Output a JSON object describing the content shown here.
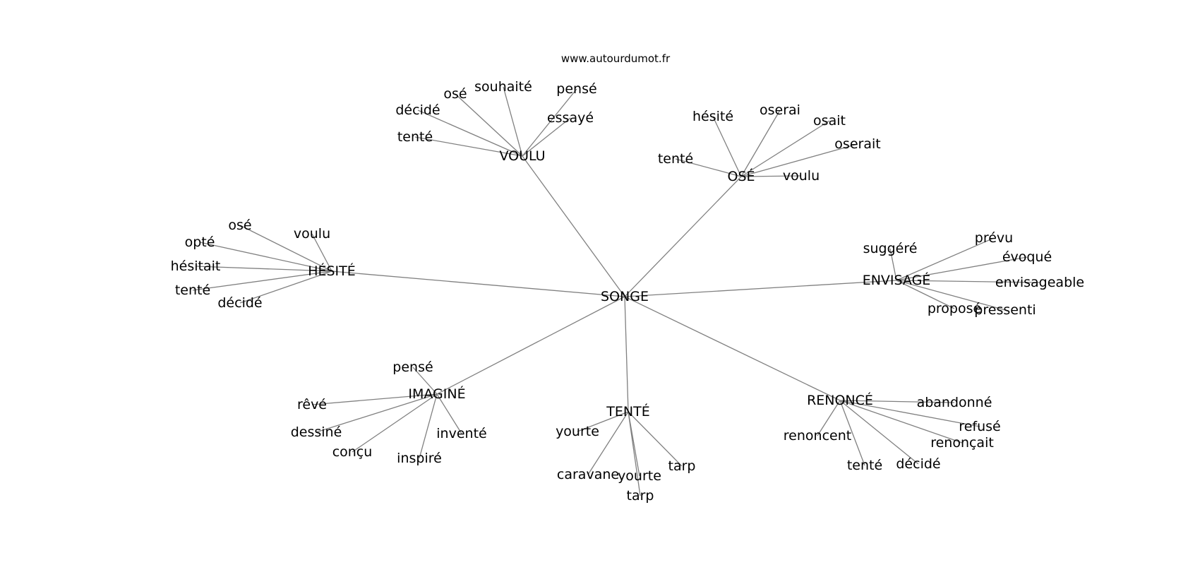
{
  "source": "www.autourdumot.fr",
  "root": "SONGE",
  "hubs": [
    {
      "label": "VOULU",
      "children": [
        "tenté",
        "décidé",
        "osé",
        "souhaité",
        "pensé",
        "essayé"
      ]
    },
    {
      "label": "OSÉ",
      "children": [
        "tenté",
        "hésité",
        "oserai",
        "osait",
        "oserait",
        "voulu"
      ]
    },
    {
      "label": "HÉSITÉ",
      "children": [
        "osé",
        "voulu",
        "opté",
        "hésitait",
        "tenté",
        "décidé"
      ]
    },
    {
      "label": "ENVISAGÉ",
      "children": [
        "suggéré",
        "prévu",
        "évoqué",
        "envisageable",
        "proposé",
        "pressenti"
      ]
    },
    {
      "label": "IMAGINÉ",
      "children": [
        "pensé",
        "rêvé",
        "dessiné",
        "conçu",
        "inspiré",
        "inventé"
      ]
    },
    {
      "label": "TENTÉ",
      "children": [
        "yourte",
        "caravane",
        "tarp",
        "yourte",
        "tarp"
      ]
    },
    {
      "label": "RENONCÉ",
      "children": [
        "abandonné",
        "refusé",
        "renonçait",
        "renoncent",
        "tenté",
        "décidé"
      ]
    }
  ]
}
